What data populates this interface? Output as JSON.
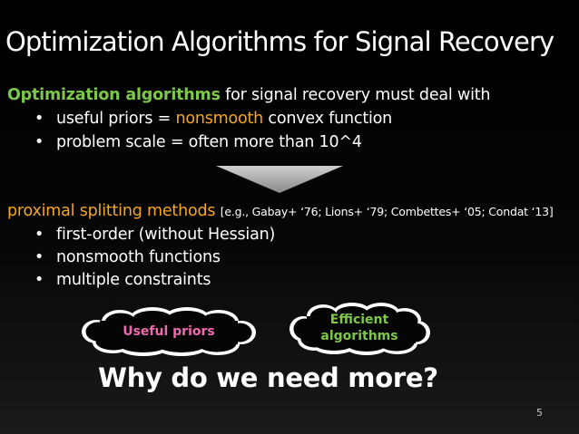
{
  "title": "Optimization Algorithms for Signal Recovery",
  "intro": {
    "highlight": "Optimization algorithms",
    "rest": " for signal recovery must deal with"
  },
  "bullets_top": [
    {
      "before": "useful priors = ",
      "highlight": "nonsmooth",
      "after": " convex function"
    },
    {
      "text": "problem scale = often more than 10^4"
    }
  ],
  "bullet_glyph": "•",
  "methods": {
    "label": "proximal splitting methods",
    "citation": "[e.g., Gabay+ ‘76; Lions+ ‘79; Combettes+ ‘05; Condat ‘13]"
  },
  "bullets_bottom": [
    "first-order (without Hessian)",
    "nonsmooth functions",
    "multiple constraints"
  ],
  "clouds": {
    "left": {
      "text": "Useful priors",
      "color": "#f06ab0"
    },
    "right": {
      "line1": "Efficient",
      "line2": "algorithms",
      "color": "#7cc94a"
    }
  },
  "question": "Why do we need more?",
  "page_number": "5",
  "colors": {
    "green": "#7cc94a",
    "orange": "#f5a623",
    "pink": "#f06ab0",
    "arrow": "#a6a6a6"
  }
}
